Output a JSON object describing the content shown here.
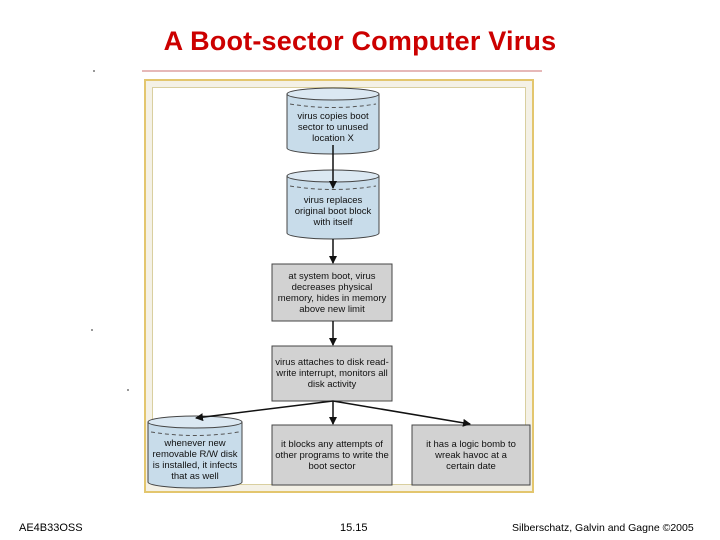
{
  "slide": {
    "title": "A Boot-sector Computer Virus"
  },
  "diagram": {
    "nodes": [
      {
        "id": "copy",
        "shape": "cylinder",
        "text": "virus copies boot\nsector to unused\nlocation X"
      },
      {
        "id": "replace",
        "shape": "cylinder",
        "text": "virus replaces\noriginal boot block\nwith itself"
      },
      {
        "id": "boot",
        "shape": "box",
        "text": "at system boot, virus\ndecreases physical\nmemory, hides in memory\nabove new limit"
      },
      {
        "id": "attach",
        "shape": "box",
        "text": "virus attaches to disk read-\nwrite interrupt, monitors all\ndisk activity"
      },
      {
        "id": "infect",
        "shape": "cylinder",
        "text": "whenever new\nremovable R/W disk\nis installed, it infects\nthat as well"
      },
      {
        "id": "block",
        "shape": "box",
        "text": "it blocks any attempts of\nother programs to write the\nboot sector"
      },
      {
        "id": "bomb",
        "shape": "box",
        "text": "it has a logic bomb to\nwreak havoc at a\ncertain date"
      }
    ],
    "colors": {
      "cylinder_fill": "#c8dcea",
      "box_fill": "#d2d2d2",
      "outline": "#444444",
      "arrow": "#111111"
    }
  },
  "footer": {
    "left": "AE4B33OSS",
    "center": "15.15",
    "right": "Silberschatz, Galvin and Gagne ©2005"
  }
}
